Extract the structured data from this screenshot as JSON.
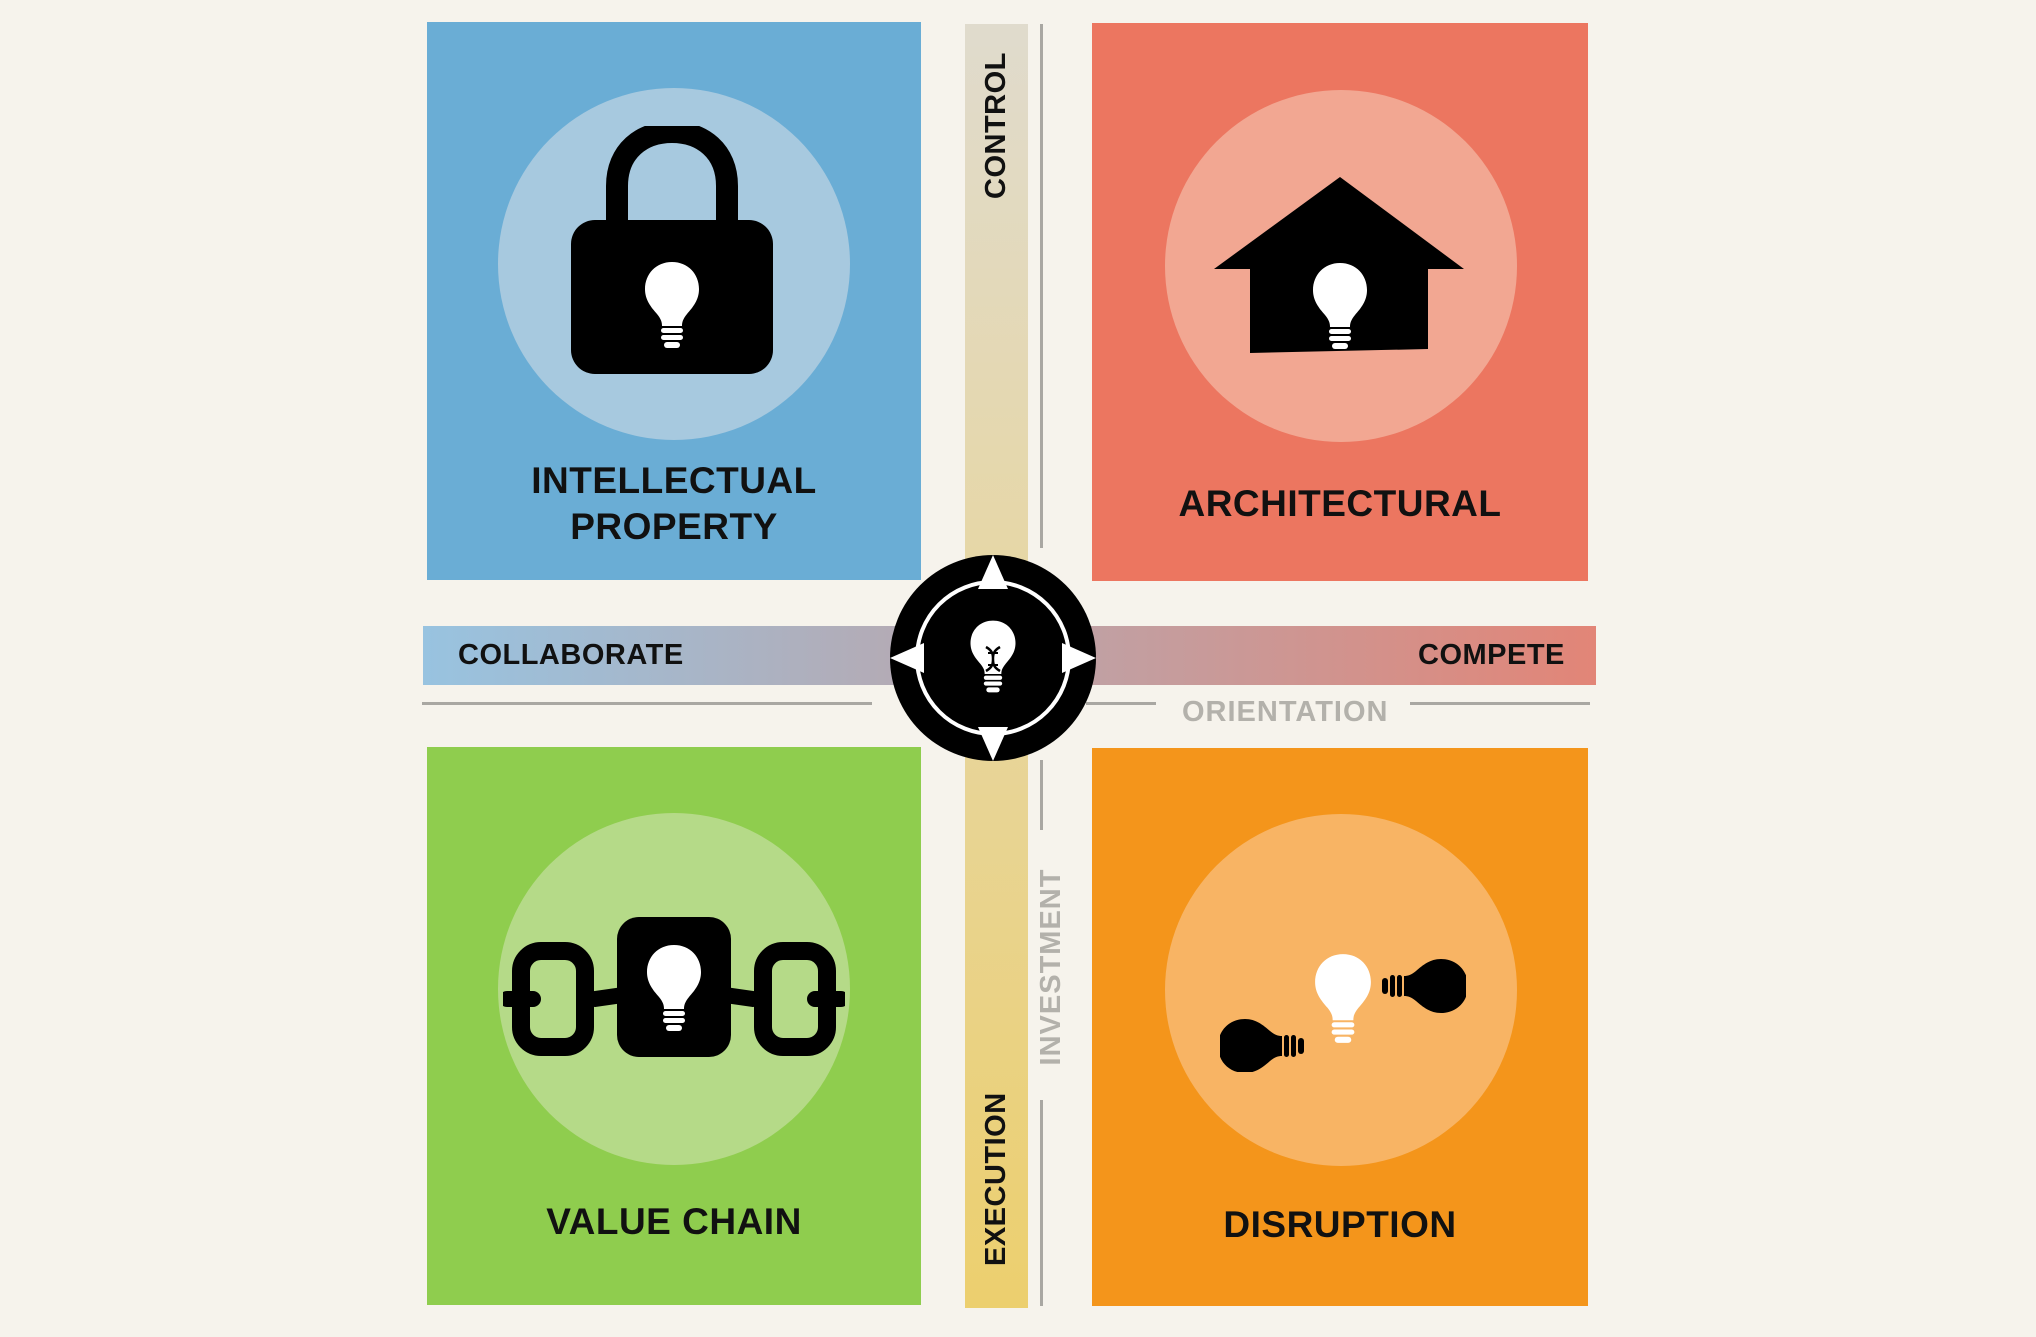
{
  "quadrants": {
    "intellectual_property": {
      "label_line1": "INTELLECTUAL",
      "label_line2": "PROPERTY",
      "icon": "padlock-icon",
      "color": "#6aadd5",
      "circle_color": "#a7c9df"
    },
    "architectural": {
      "label": "ARCHITECTURAL",
      "icon": "house-icon",
      "color": "#ec7660",
      "circle_color": "#f2a792"
    },
    "value_chain": {
      "label": "VALUE CHAIN",
      "icon": "chain-links-icon",
      "color": "#8fcd4e",
      "circle_color": "#b5da88"
    },
    "disruption": {
      "label": "DISRUPTION",
      "icon": "colliding-bulbs-icon",
      "color": "#f4951b",
      "circle_color": "#f8b464"
    }
  },
  "axes": {
    "horizontal": {
      "left_label": "COLLABORATE",
      "right_label": "COMPETE",
      "title": "ORIENTATION"
    },
    "vertical": {
      "top_label": "CONTROL",
      "bottom_label": "EXECUTION",
      "title": "INVESTMENT"
    }
  },
  "center": {
    "icon": "compass-lightbulb-icon"
  }
}
